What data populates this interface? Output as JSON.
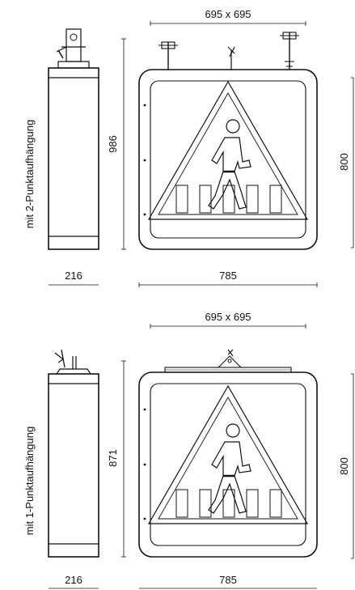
{
  "top": {
    "side_label": "mit 2-Punktaufhängung",
    "panel_size": "695 x 695",
    "height_total": "986",
    "height_sign": "800",
    "depth": "216",
    "width": "785"
  },
  "bottom": {
    "side_label": "mit 1-Punktaufhängung",
    "panel_size": "695 x 695",
    "height_total": "871",
    "height_sign": "800",
    "depth": "216",
    "width": "785"
  }
}
